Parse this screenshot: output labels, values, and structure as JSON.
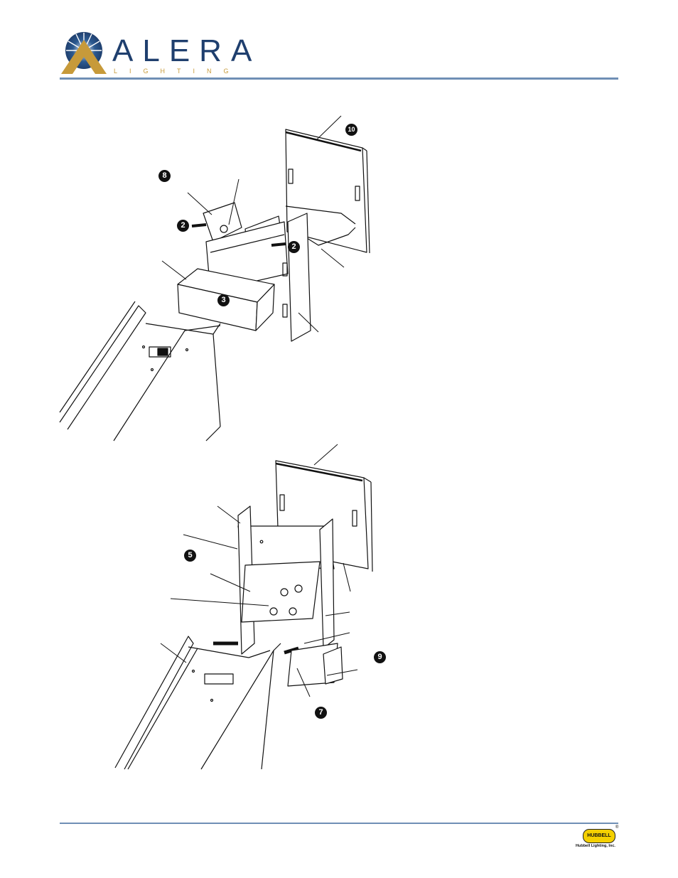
{
  "header": {
    "logo_word": "ALERA",
    "logo_sub": "LIGHTING",
    "logo_icon": "sunburst-icon",
    "colors": {
      "brand_blue": "#1f3f6e",
      "brand_gold": "#c79a3a",
      "rule": "#6f8fb5"
    }
  },
  "callouts": {
    "c10": "10",
    "c8": "8",
    "c2a": "2",
    "c2b": "2",
    "c3": "3",
    "c5": "5",
    "c9": "9",
    "c7": "7"
  },
  "footer": {
    "brand_badge": "HUBBELL",
    "registered": "®",
    "caption": "Hubbell Lighting, Inc."
  }
}
